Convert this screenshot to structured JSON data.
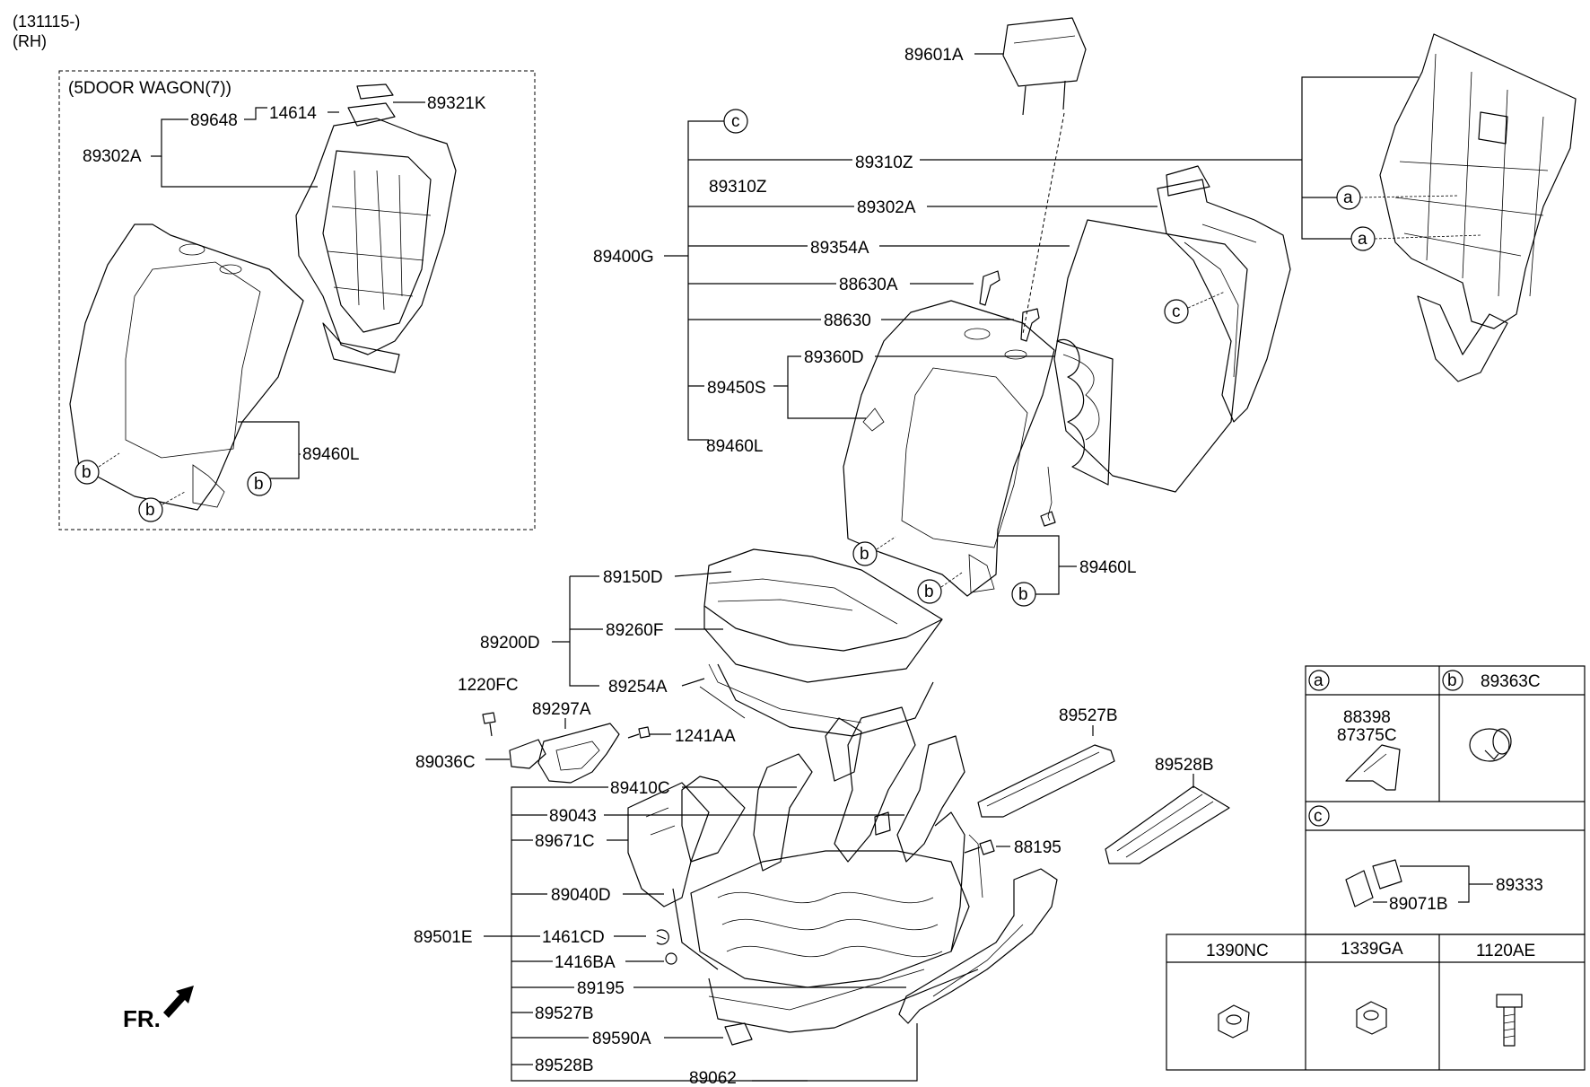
{
  "header": {
    "date_code": "(131115-)",
    "side": "(RH)"
  },
  "inset": {
    "title": "(5DOOR WAGON(7))"
  },
  "labels": {
    "p89321K": "89321K",
    "p14614": "14614",
    "p89648": "89648",
    "p89302A_in": "89302A",
    "p89460L_in": "89460L",
    "p89601A": "89601A",
    "p89310Z_a": "89310Z",
    "p89310Z_b": "89310Z",
    "p89302A": "89302A",
    "p89354A": "89354A",
    "p89400G": "89400G",
    "p88630A": "88630A",
    "p88630": "88630",
    "p89360D": "89360D",
    "p89450S": "89450S",
    "p89460L_a": "89460L",
    "p89460L_b": "89460L",
    "p89150D": "89150D",
    "p89200D": "89200D",
    "p89260F": "89260F",
    "p89254A": "89254A",
    "p1220FC": "1220FC",
    "p89297A": "89297A",
    "p1241AA": "1241AA",
    "p89036C": "89036C",
    "p89527B_top": "89527B",
    "p89528B_top": "89528B",
    "p89410C": "89410C",
    "p89043": "89043",
    "p89671C": "89671C",
    "p88195": "88195",
    "p89040D": "89040D",
    "p89501E": "89501E",
    "p1461CD": "1461CD",
    "p1416BA": "1416BA",
    "p89195": "89195",
    "p89527B_bot": "89527B",
    "p89590A": "89590A",
    "p89528B_bot": "89528B",
    "p89062": "89062",
    "fr": "FR."
  },
  "callouts": {
    "a": "a",
    "b": "b",
    "c": "c"
  },
  "legend": {
    "a_letter": "a",
    "a_part1": "88398",
    "a_part2": "87375C",
    "b_letter": "b",
    "b_part": "89363C",
    "c_letter": "c",
    "c_part1": "89333",
    "c_part2": "89071B",
    "bottom": [
      "1390NC",
      "1339GA",
      "1120AE"
    ]
  }
}
